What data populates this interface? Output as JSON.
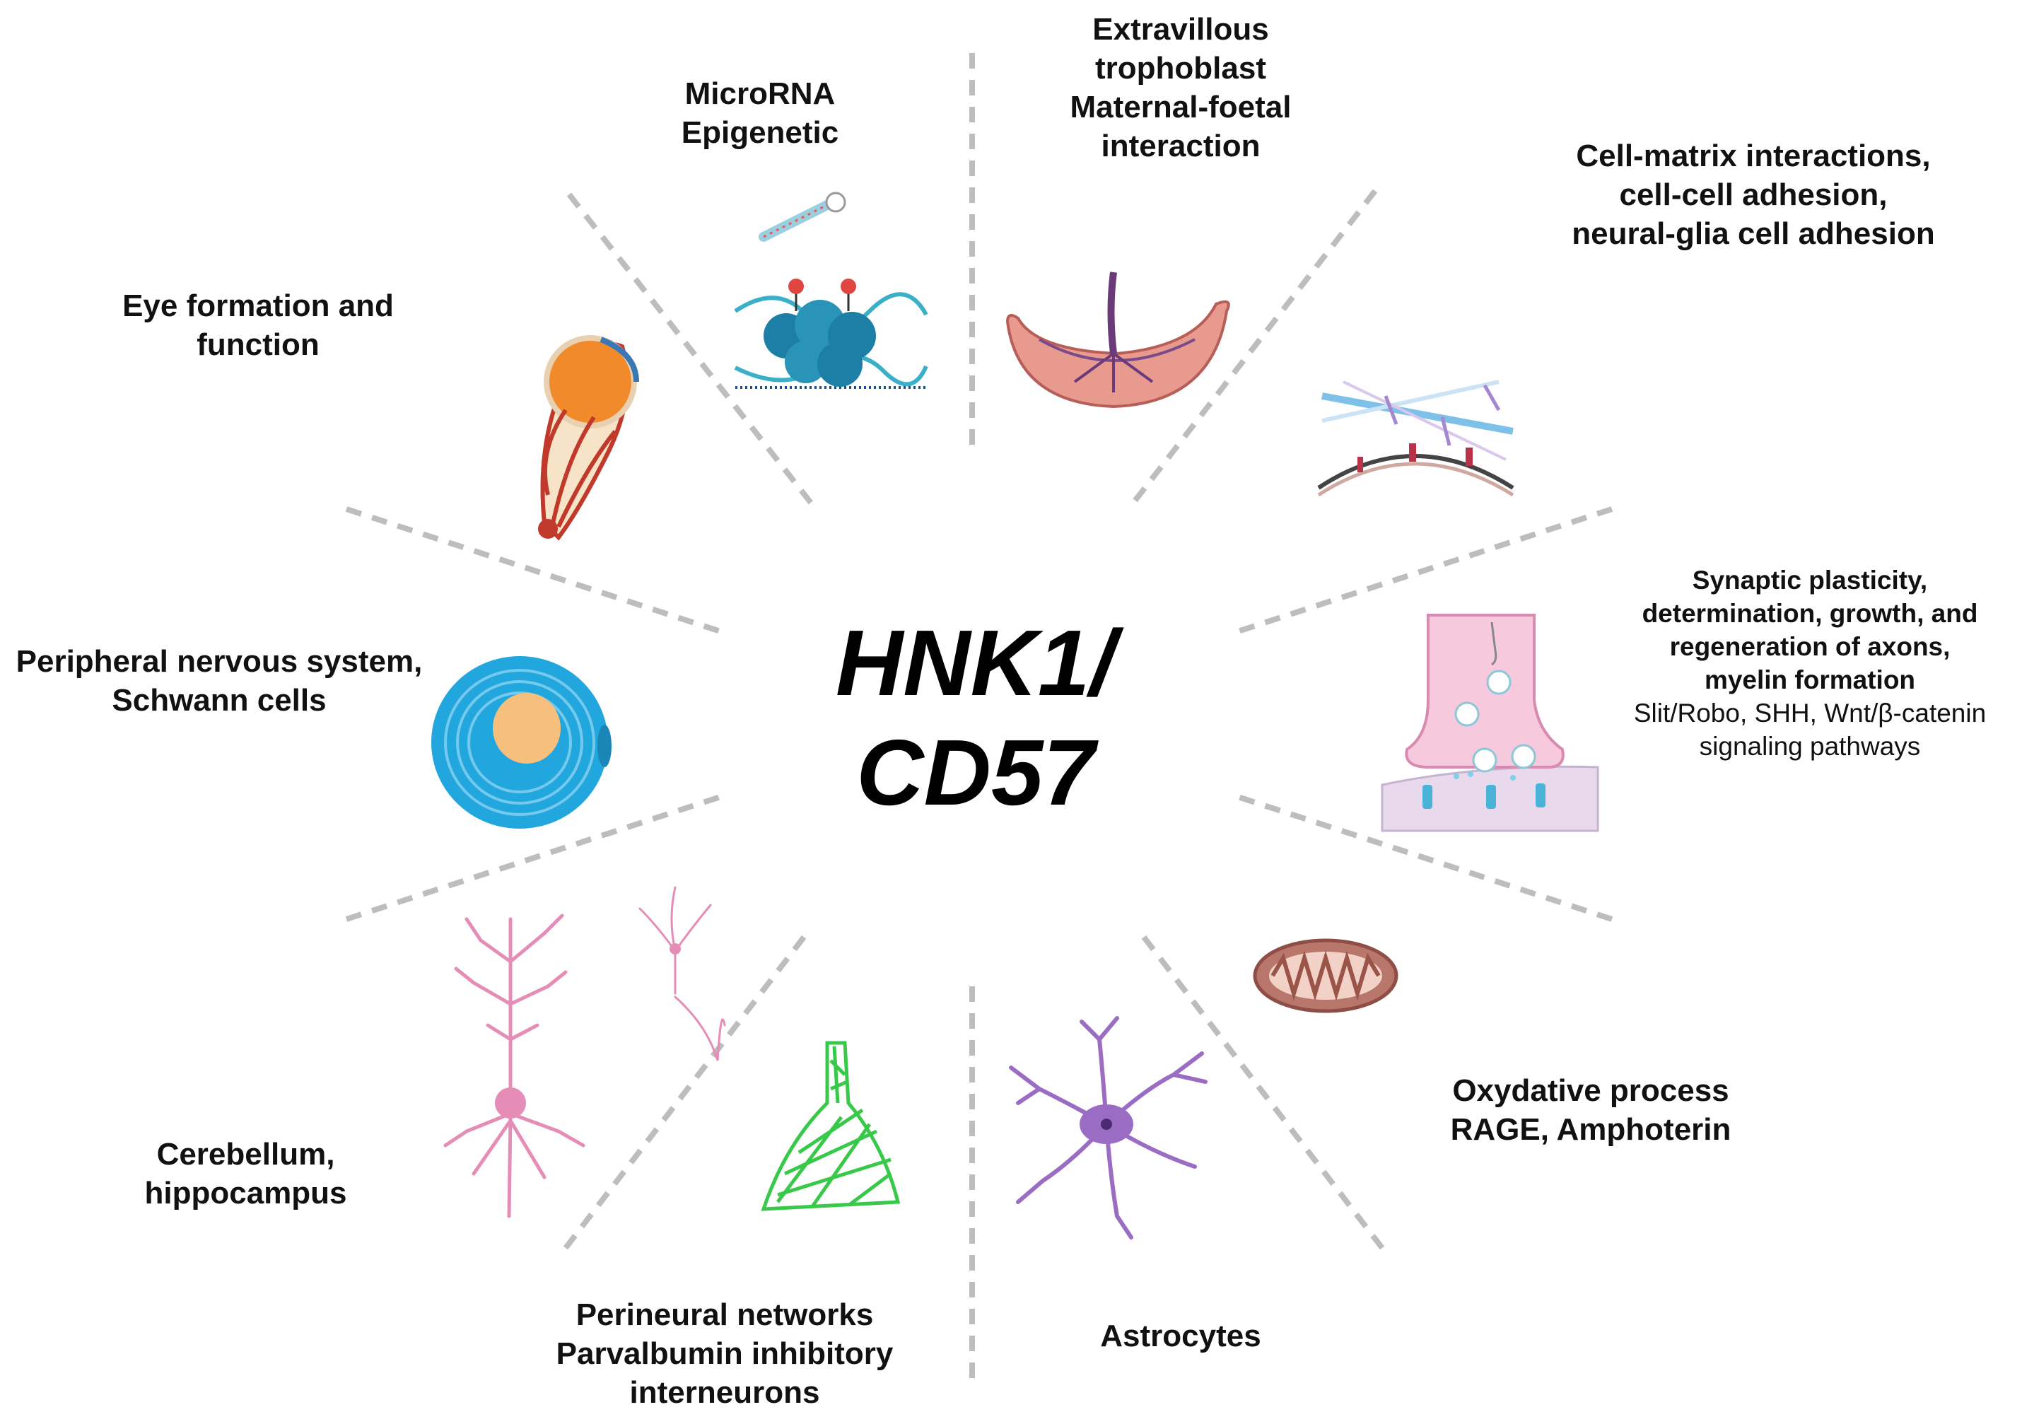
{
  "center": {
    "line1": "HNK1/",
    "line2": "CD57"
  },
  "labels": {
    "microrna": [
      "MicroRNA",
      "Epigenetic"
    ],
    "trophoblast": [
      "Extravillous",
      "trophoblast",
      "Maternal-foetal",
      "interaction"
    ],
    "cell_matrix": [
      "Cell-matrix interactions,",
      "cell-cell adhesion,",
      "neural-glia cell adhesion"
    ],
    "eye": [
      "Eye formation and",
      "function"
    ],
    "synaptic": {
      "bold": [
        "Synaptic plasticity,",
        "determination, growth, and",
        "regeneration of axons,",
        "myelin formation"
      ],
      "regular": [
        "Slit/Robo, SHH, Wnt/β-catenin",
        "signaling pathways"
      ]
    },
    "peripheral": [
      "Peripheral nervous system,",
      "Schwann cells"
    ],
    "oxidative": [
      "Oxydative process",
      "RAGE, Amphoterin"
    ],
    "cerebellum": [
      "Cerebellum,",
      "hippocampus"
    ],
    "perineural": [
      "Perineural networks",
      "Parvalbumin inhibitory",
      "interneurons"
    ],
    "astrocytes": [
      "Astrocytes"
    ]
  },
  "icons": [
    "dna-nucleosome-icon",
    "placenta-icon",
    "extracellular-matrix-icon",
    "eye-icon",
    "synapse-icon",
    "myelin-sheath-icon",
    "mitochondrion-icon",
    "neuron-icon",
    "perineuronal-net-icon",
    "astrocyte-icon"
  ],
  "colors": {
    "divider": "#bdbdbd",
    "text": "#111111",
    "myelin": "#22a6de",
    "synapse": "#f6c9dc",
    "neuron": "#e58db7",
    "net": "#39c94a",
    "astrocyte": "#9a6cc4",
    "mitochondrion": "#b9766a",
    "placenta": "#e89a8f",
    "eye": "#f08a2a"
  }
}
